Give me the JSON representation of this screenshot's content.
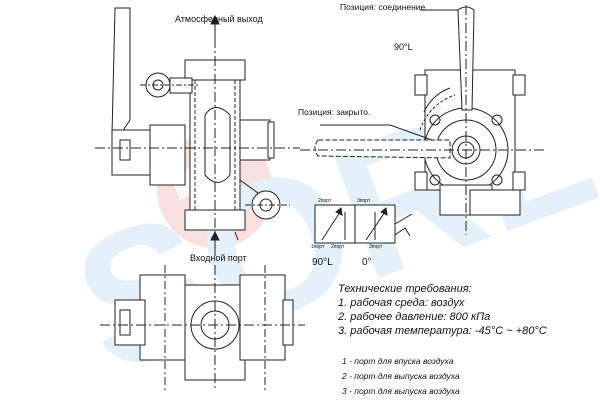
{
  "brand": {
    "watermark_text": "SORL",
    "watermark_color": "#cfe5f6",
    "watermark_circle_color": "#f4c6c8"
  },
  "labels": {
    "atmospheric_outlet": "Атмосферный выход",
    "inlet_port": "Входной порт",
    "position_connection": "Позиция: соединение",
    "position_closed": "Позиция: закрыто.",
    "angle_top": "90°L",
    "angle_left": "90°L",
    "angle_right": "0°"
  },
  "schematic": {
    "port2_label": "2порт",
    "port3_top_label": "3порт",
    "port1_label": "1порт",
    "port2_bottom_label": "2порт",
    "port3_bottom_label": "3порт"
  },
  "requirements": {
    "title": "Технические требования:",
    "items": [
      "1. рабочая среда: воздух",
      "2. рабочее давление: 800 кПа",
      "3. рабочая температура: -45°C ~ +80°C"
    ]
  },
  "legend": {
    "items": [
      "1 - порт для впуска воздуха",
      "2 - порт для выпуска воздуха",
      "3 - порт для выпуска воздуха"
    ]
  }
}
